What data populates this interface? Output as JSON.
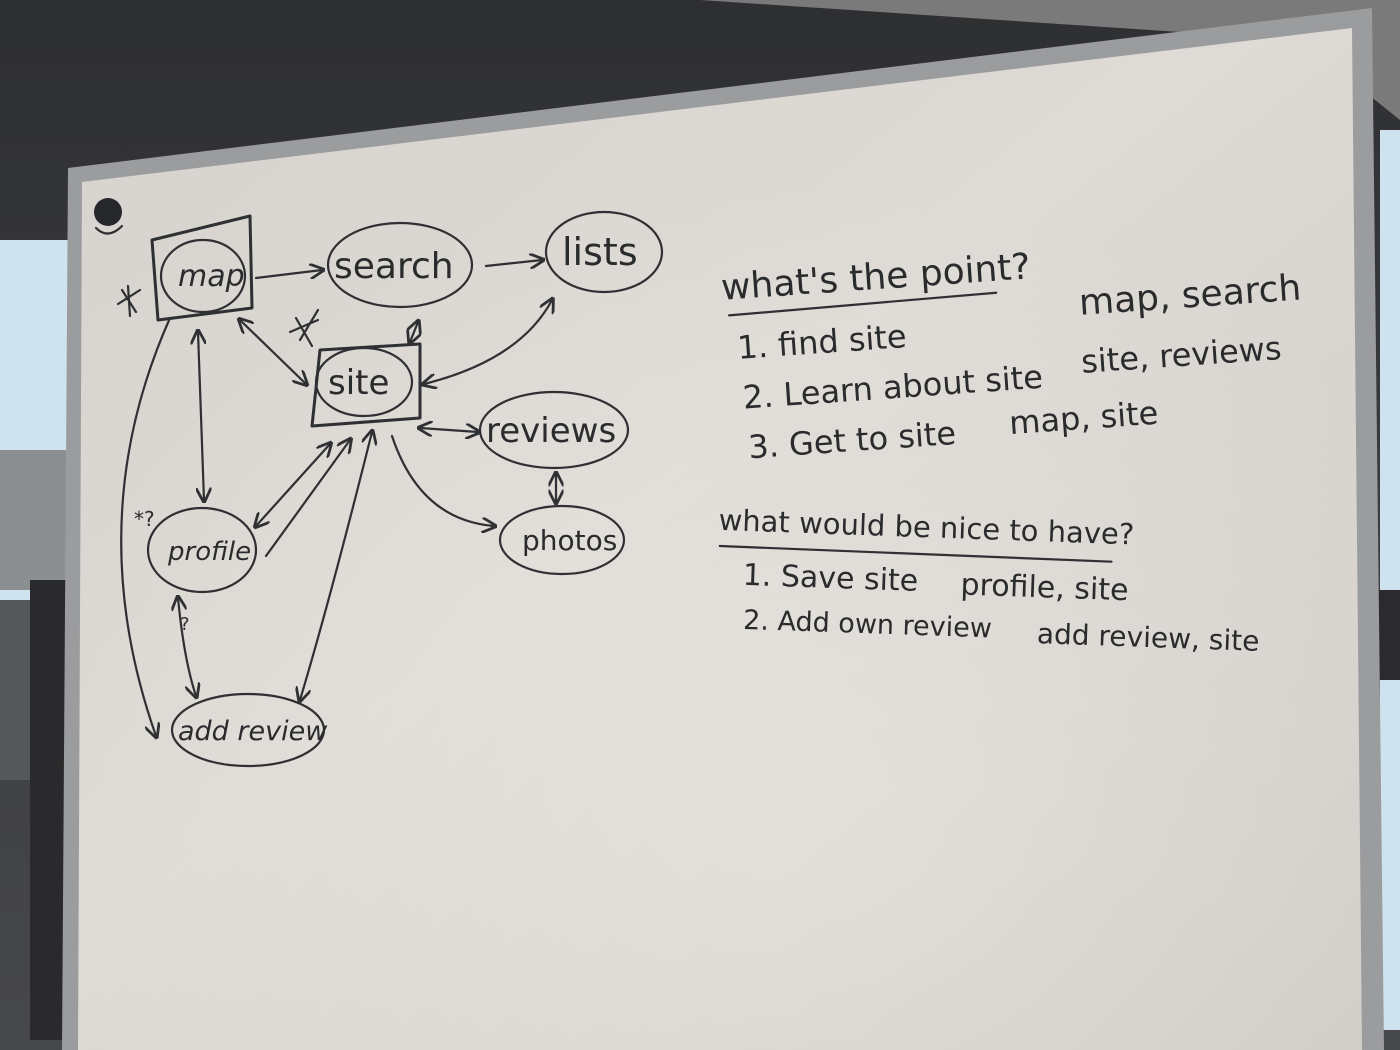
{
  "scene": {
    "type": "whiteboard photo",
    "colors": {
      "board": "#d9d5d0",
      "board_highlight": "#e6e2dd",
      "frame": "#9a9a9c",
      "wall": "#3e3f42",
      "sky": "#cfe3ee",
      "ink": "#2a2b2d"
    }
  },
  "diagram": {
    "nodes": {
      "map": "map",
      "search": "search",
      "lists": "lists",
      "site": "site",
      "reviews": "reviews",
      "photos": "photos",
      "profile": "profile",
      "add_review": "add review"
    },
    "marks": {
      "profile_star": "*?",
      "profile_link_q": "?"
    }
  },
  "notes": {
    "q1": {
      "heading": "what's the point?",
      "items": [
        {
          "text": "1. find site",
          "screens": "map, search"
        },
        {
          "text": "2. Learn about site",
          "screens": "site, reviews"
        },
        {
          "text": "3. Get to site",
          "screens": "map, site"
        }
      ]
    },
    "q2": {
      "heading": "what would be nice to have?",
      "items": [
        {
          "text": "1. Save site",
          "screens": "profile, site"
        },
        {
          "text": "2. Add own review",
          "screens": "add review, site"
        }
      ]
    }
  }
}
